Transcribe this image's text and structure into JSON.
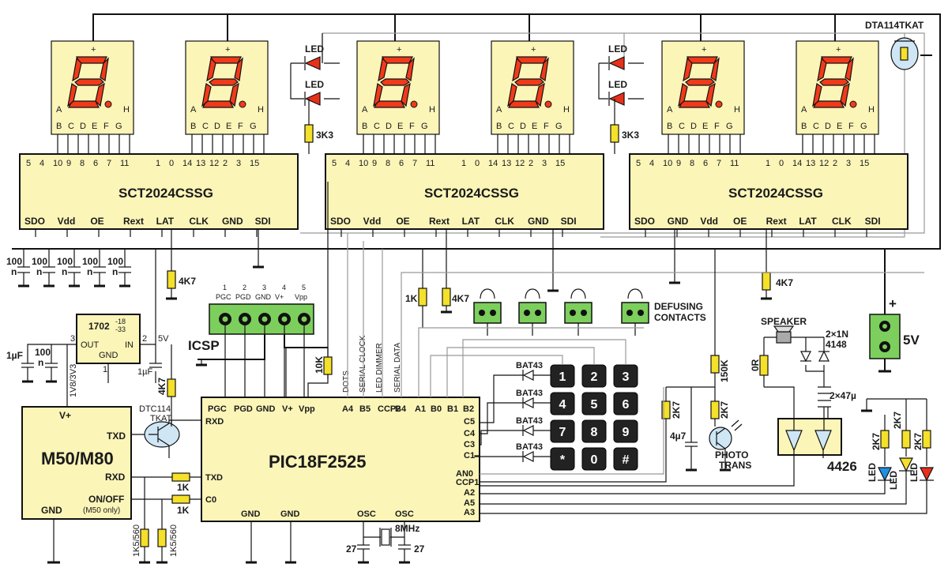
{
  "displays": [
    {
      "plus": "+",
      "a": "A",
      "h": "H",
      "pins": [
        "B",
        "C",
        "D",
        "E",
        "F",
        "G"
      ]
    },
    {
      "plus": "+",
      "a": "A",
      "h": "H",
      "pins": [
        "B",
        "C",
        "D",
        "E",
        "F",
        "G"
      ]
    },
    {
      "plus": "+",
      "a": "A",
      "h": "H",
      "pins": [
        "B",
        "C",
        "D",
        "E",
        "F",
        "G"
      ]
    },
    {
      "plus": "+",
      "a": "A",
      "h": "H",
      "pins": [
        "B",
        "C",
        "D",
        "E",
        "F",
        "G"
      ]
    },
    {
      "plus": "+",
      "a": "A",
      "h": "H",
      "pins": [
        "B",
        "C",
        "D",
        "E",
        "F",
        "G"
      ]
    },
    {
      "plus": "+",
      "a": "A",
      "h": "H",
      "pins": [
        "B",
        "C",
        "D",
        "E",
        "F",
        "G"
      ]
    }
  ],
  "drivers": [
    {
      "name": "SCT2024CSSG",
      "pin_numbers": [
        "5",
        "4",
        "10",
        "9",
        "8",
        "6",
        "7",
        "11",
        "1",
        "0",
        "14",
        "13",
        "12",
        "2",
        "3",
        "15"
      ],
      "bottom_pins": [
        "SDO",
        "Vdd",
        "OE",
        "Rext",
        "LAT",
        "CLK",
        "GND",
        "SDI"
      ]
    },
    {
      "name": "SCT2024CSSG",
      "pin_numbers": [
        "5",
        "4",
        "10",
        "9",
        "8",
        "6",
        "7",
        "11",
        "1",
        "0",
        "14",
        "13",
        "12",
        "2",
        "3",
        "15"
      ],
      "bottom_pins": [
        "SDO",
        "Vdd",
        "OE",
        "Rext",
        "LAT",
        "CLK",
        "GND",
        "SDI"
      ]
    },
    {
      "name": "SCT2024CSSG",
      "pin_numbers": [
        "5",
        "4",
        "10",
        "9",
        "8",
        "6",
        "7",
        "11",
        "1",
        "0",
        "14",
        "13",
        "12",
        "2",
        "3",
        "15"
      ],
      "bottom_pins": [
        "SDO",
        "GND",
        "Vdd",
        "OE",
        "Rext",
        "LAT",
        "CLK",
        "SDI"
      ]
    }
  ],
  "labels": {
    "led": "LED",
    "r_3k3": "3K3",
    "transistor_top": "DTA114TKAT",
    "cap_100n_top": "100",
    "cap_100n_bot": "n",
    "r_4k7": "4K7",
    "r_1k": "1K",
    "r_10k": "10K",
    "r_150k": "150K",
    "r_2k7": "2K7",
    "r_0r": "0R",
    "r_1k5": "1K5/560",
    "defusing_1": "DEFUSING",
    "defusing_2": "CONTACTS",
    "speaker": "SPEAKER",
    "diodes_1": "2×1N",
    "diodes_2": "4148",
    "cap_2x47": "2×47µ",
    "cap_4u7": "4µ7",
    "cap_1u": "1µF",
    "cap_27": "27",
    "crystal": "8MHz",
    "photo_1": "PHOTO",
    "photo_2": "TRANS",
    "driver_4426": "4426",
    "power_plus": "+",
    "power_5v": "5V",
    "bat43": "BAT43",
    "regulator_name": "1702",
    "regulator_v1": "-18",
    "regulator_v2": "-33",
    "reg_out": "OUT",
    "reg_in": "IN",
    "reg_gnd": "GND",
    "reg_pin3": "3",
    "reg_pin2": "2",
    "reg_pin1": "1",
    "reg_5v": "5V",
    "v18": "1V8/3V3",
    "icsp": "ICSP",
    "icsp_pins": [
      {
        "n": "1",
        "name": "PGC"
      },
      {
        "n": "2",
        "name": "PGD"
      },
      {
        "n": "3",
        "name": "GND"
      },
      {
        "n": "4",
        "name": "V+"
      },
      {
        "n": "5",
        "name": "Vpp"
      }
    ],
    "dtc_1": "DTC114",
    "dtc_2": "TKAT",
    "mod_name": "M50/M80",
    "mod_vplus": "V+",
    "mod_txd": "TXD",
    "mod_rxd": "RXD",
    "mod_onoff": "ON/OFF",
    "mod_onoff_note": "(M50 only)",
    "mod_gnd": "GND",
    "mcu_name": "PIC18F2525",
    "mcu_top": [
      "PGC",
      "PGD",
      "GND",
      "V+",
      "Vpp",
      "A4",
      "B5",
      "CCP2",
      "B4",
      "A1",
      "B0",
      "B1",
      "B2"
    ],
    "mcu_right": [
      "C5",
      "C4",
      "C3",
      "C1",
      "AN0",
      "CCP1",
      "A2",
      "A5",
      "A3"
    ],
    "mcu_left": [
      "RXD",
      "TXD",
      "C0"
    ],
    "mcu_bottom": [
      "GND",
      "GND",
      "OSC",
      "OSC"
    ],
    "sig_dots": "DOTS",
    "sig_clock": "SERIAL CLOCK",
    "sig_dimmer": "LED DIMMER",
    "sig_data": "SERIAL DATA"
  },
  "keypad": [
    "1",
    "2",
    "3",
    "4",
    "5",
    "6",
    "7",
    "8",
    "9",
    "*",
    "0",
    "#"
  ],
  "colors": {
    "segment": "#f03a1a",
    "chip": "#fbf5b8",
    "resistor": "#f5e02a",
    "connector": "#7ccf5c",
    "key": "#222222"
  }
}
